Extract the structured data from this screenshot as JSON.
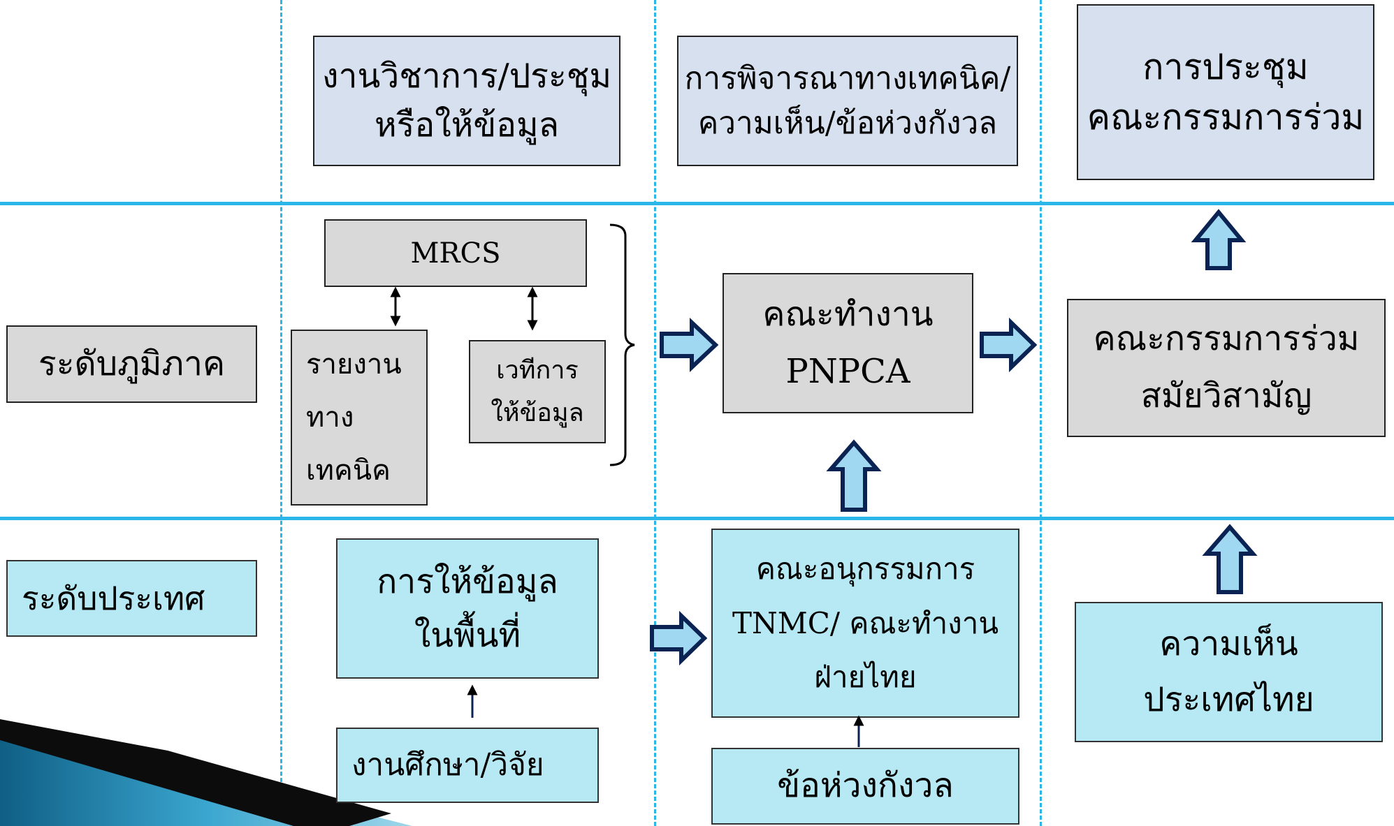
{
  "levels": {
    "regional": "ระดับภูมิภาค",
    "national": "ระดับประเทศ"
  },
  "top_row": {
    "academic": [
      "งานวิชาการ/ประชุม",
      "หรือให้ข้อมูล"
    ],
    "technical": [
      "การพิจารณาทางเทคนิค/",
      "ความเห็น/ข้อห่วงกังวล"
    ],
    "joint_meeting": [
      "การประชุม",
      "คณะกรรมการร่วม"
    ]
  },
  "regional_row": {
    "mrcs": "MRCS",
    "tech_report": [
      "รายงาน",
      "ทาง",
      "เทคนิค"
    ],
    "info_forum": [
      "เวทีการ",
      "ให้ข้อมูล"
    ],
    "pnpca": [
      "คณะทำงาน",
      "PNPCA"
    ],
    "joint_committee": [
      "คณะกรรมการร่วม",
      "สมัยวิสามัญ"
    ]
  },
  "national_row": {
    "area_info": [
      "การให้ข้อมูล",
      "ในพื้นที่"
    ],
    "study": "งานศึกษา/วิจัย",
    "subcommittee": [
      "คณะอนุกรรมการ",
      "TNMC/ คณะทำงาน",
      "ฝ่ายไทย"
    ],
    "concerns": "ข้อห่วงกังวล",
    "thai_opinion": [
      "ความเห็น",
      "ประเทศไทย"
    ]
  },
  "colors": {
    "top_fill": "#d6e0ef",
    "regional_fill": "#d9d9d9",
    "national_fill": "#b7e9f4",
    "divider": "#2bb6ea",
    "block_arrow_fill": "#9fd8f0",
    "block_arrow_border": "#0b2352"
  }
}
